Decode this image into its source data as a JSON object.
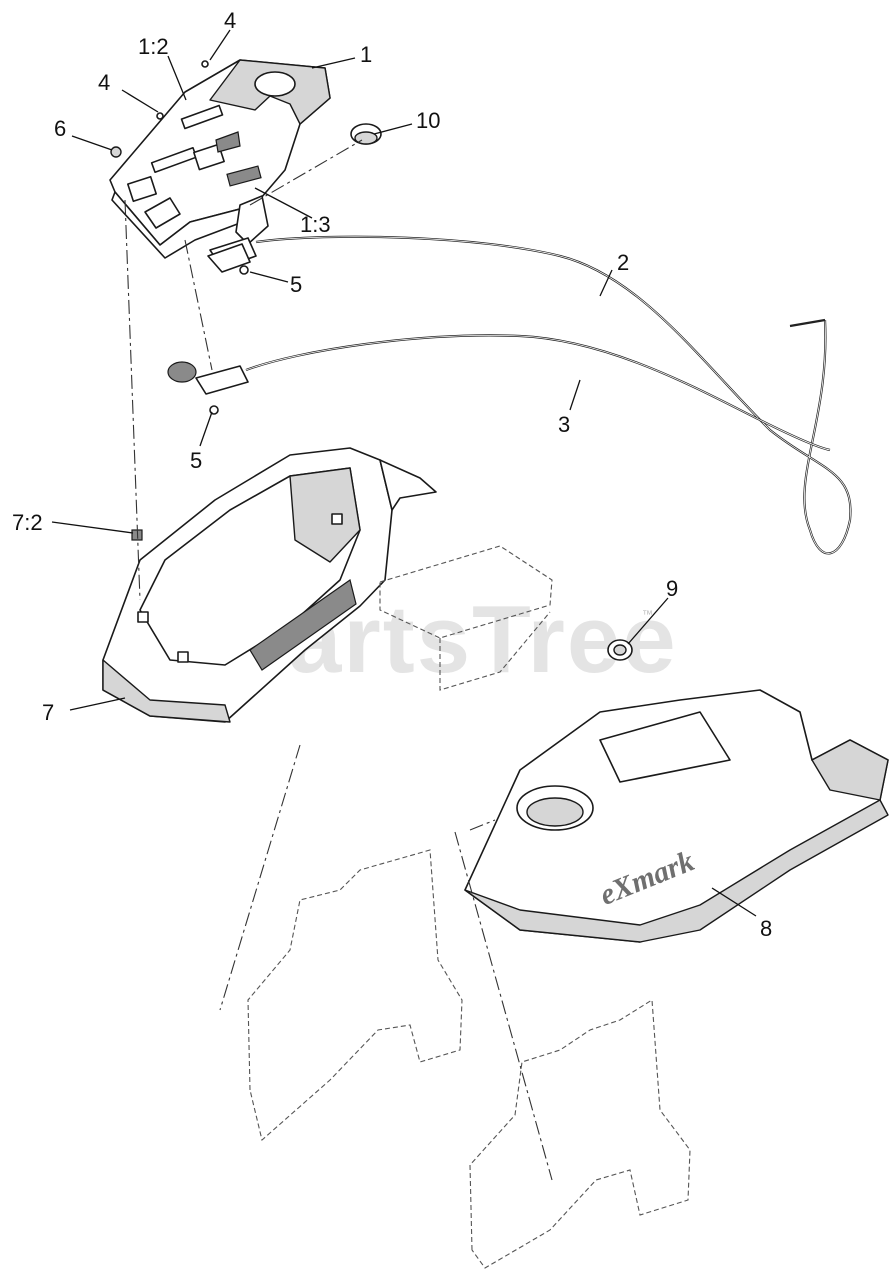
{
  "diagram": {
    "watermark": "PartsTree",
    "watermark_tm": "™",
    "brand_mark": "eXmark",
    "callouts": [
      {
        "id": "c1",
        "text": "1"
      },
      {
        "id": "c1-2",
        "text": "1:2"
      },
      {
        "id": "c1-3",
        "text": "1:3"
      },
      {
        "id": "c2",
        "text": "2"
      },
      {
        "id": "c3",
        "text": "3"
      },
      {
        "id": "c4a",
        "text": "4"
      },
      {
        "id": "c4b",
        "text": "4"
      },
      {
        "id": "c5a",
        "text": "5"
      },
      {
        "id": "c5b",
        "text": "5"
      },
      {
        "id": "c6",
        "text": "6"
      },
      {
        "id": "c7",
        "text": "7"
      },
      {
        "id": "c7-2",
        "text": "7:2"
      },
      {
        "id": "c8",
        "text": "8"
      },
      {
        "id": "c9",
        "text": "9"
      },
      {
        "id": "c10",
        "text": "10"
      }
    ]
  }
}
